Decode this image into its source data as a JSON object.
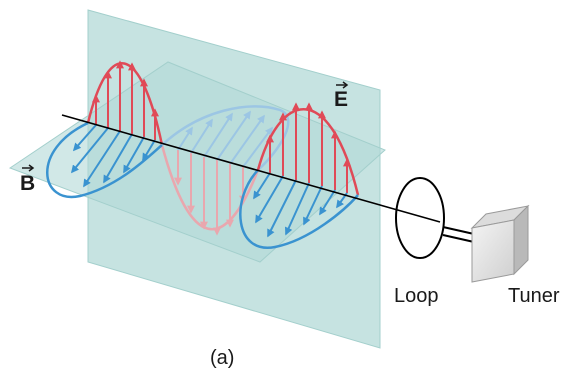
{
  "labels": {
    "e_field": "E",
    "b_field": "B",
    "loop": "Loop",
    "tuner": "Tuner",
    "caption": "(a)"
  },
  "colors": {
    "plane": "#b3d9d7",
    "plane_edge": "#a3cfcc",
    "e_wave": "#e04a57",
    "e_wave_faded": "#e9a7ae",
    "b_wave": "#3a93d0",
    "b_wave_faded": "#9cc6e4",
    "axis": "#000000",
    "tuner_face": "#e6e6e6",
    "tuner_side": "#b9b9b9"
  }
}
